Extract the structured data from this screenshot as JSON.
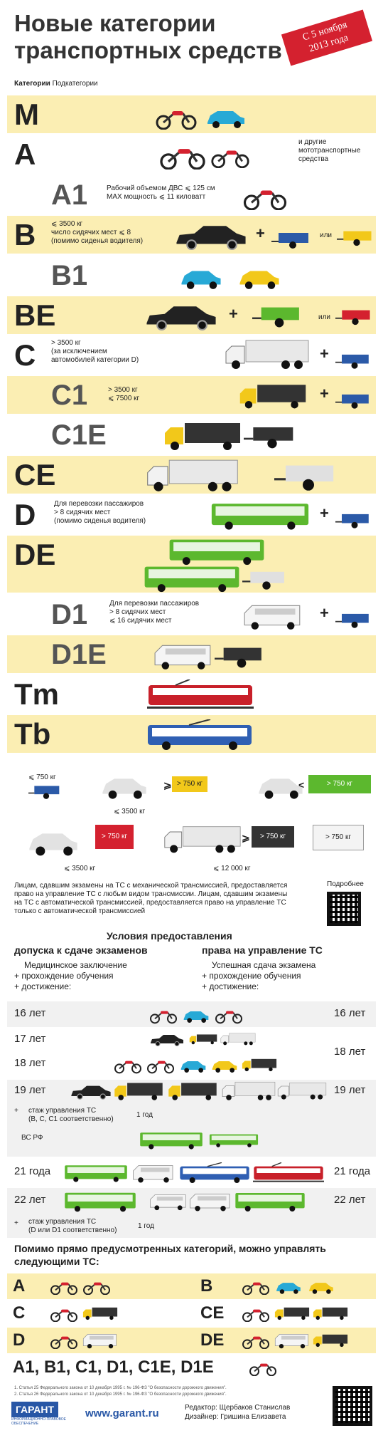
{
  "header": {
    "title_line1": "Новые категории",
    "title_line2": "транспортных средств",
    "ribbon_line1": "С 5 ноября",
    "ribbon_line2": "2013 года",
    "legend_categories": "Категории",
    "legend_subcategories": "Подкатегории"
  },
  "categories": {
    "M": {
      "label": "M"
    },
    "A": {
      "label": "A",
      "note_line1": "и другие",
      "note_line2": "мототранспортные",
      "note_line3": "средства"
    },
    "A1": {
      "label": "A1",
      "desc_line1": "Рабочий объемом ДВС ⩽ 125 см",
      "desc_line2": "MAX мощность ⩽ 11 киловатт"
    },
    "B": {
      "label": "B",
      "desc_line1": "⩽ 3500 кг",
      "desc_line2": "число сидячих мест ⩽ 8",
      "desc_line3": "(помимо сиденья водителя)",
      "or": "или"
    },
    "B1": {
      "label": "B1"
    },
    "BE": {
      "label": "BE",
      "or": "или"
    },
    "C": {
      "label": "C",
      "desc_line1": "> 3500 кг",
      "desc_line2": "(за исключением",
      "desc_line3": "автомобилей категории D)"
    },
    "C1": {
      "label": "C1",
      "desc_line1": "> 3500 кг",
      "desc_line2": "⩽ 7500 кг"
    },
    "C1E": {
      "label": "C1E"
    },
    "CE": {
      "label": "CE"
    },
    "D": {
      "label": "D",
      "desc_line1": "Для перевозки пассажиров",
      "desc_line2": "> 8 сидячих мест",
      "desc_line3": "(помимо сиденья водителя)"
    },
    "DE": {
      "label": "DE"
    },
    "D1": {
      "label": "D1",
      "desc_line1": "Для перевозки пассажиров",
      "desc_line2": "> 8 сидячих мест",
      "desc_line3": "⩽ 16 сидячих мест"
    },
    "D1E": {
      "label": "D1E"
    },
    "Tm": {
      "label": "Tm"
    },
    "Tb": {
      "label": "Tb"
    }
  },
  "weights": {
    "w750a": "⩽ 750 кг",
    "w750b": "> 750 кг",
    "w3500a": "⩽ 3500 кг",
    "w750c": "> 750 кг",
    "lt": "<",
    "w750d": "> 750 кг",
    "w3500b": "⩽ 3500 кг",
    "w750e": "> 750 кг",
    "w750f": "> 750 кг",
    "w12000": "⩽ 12 000 кг",
    "ge": "⩾"
  },
  "transmission": {
    "p1": "Лицам, сдавшим экзамены на ТС с механической трансмиссией, предоставляется",
    "p2": "право на управление ТС с любым видом трансмиссии. Лицам, сдавшим экзамены",
    "p3": "на ТС с автоматической трансмиссией,  предоставляется право на управление ТС",
    "p4": "только с автоматической трансмиссией",
    "more": "Подробнее"
  },
  "conditions": {
    "title": "Условия предоставления",
    "left_head": "допуска к сдаче экзаменов",
    "right_head": "права на управление ТС",
    "left_l1": "Медицинское заключение",
    "left_l2": "+ прохождение обучения",
    "left_l3": "+ достижение:",
    "right_l1": "Успешная сдача экзамена",
    "right_l2": "+ прохождение обучения",
    "right_l3": "+ достижение:"
  },
  "ages": {
    "a16l": "16 лет",
    "a16r": "16 лет",
    "a17l": "17 лет",
    "a18l": "18 лет",
    "a18r": "18 лет",
    "a19l": "19 лет",
    "a19r": "19 лет",
    "stage1_l1": "стаж управления ТС",
    "stage1_l2": "(В, С, С1 соответственно)",
    "stage1_y": "1 год",
    "vs": "ВС РФ",
    "a21l": "21 года",
    "a21r": "21 года",
    "a22l": "22 лет",
    "a22r": "22 лет",
    "stage2_l1": "стаж управления ТС",
    "stage2_l2": "(D или D1 соответственно)",
    "stage2_y": "1 год"
  },
  "extra": {
    "title_l1": "Помимо прямо предусмотренных категорий, можно управлять",
    "title_l2": "следующими ТС:",
    "A": "A",
    "B": "B",
    "C": "C",
    "CE": "CE",
    "D": "D",
    "DE": "DE",
    "last": "A1, B1, C1, D1, C1E, D1E"
  },
  "footer": {
    "note1": "1. Статья 25 Федерального закона от 10 декабря 1995 г. № 196-ФЗ \"О безопасности дорожного движения\".",
    "note2": "2. Статья 26 Федерального закона от 10 декабря 1995 г. № 196-ФЗ \"О безопасности дорожного движения\".",
    "logo": "ГАРАНТ",
    "logo_sub": "ИНФОРМАЦИОННО-ПРАВОВОЕ ОБЕСПЕЧЕНИЕ",
    "site": "www.garant.ru",
    "editor": "Редактор: Щербаков Станислав",
    "designer": "Дизайнер: Гришина Елизавета"
  },
  "colors": {
    "yellow_band": "#fbeeb3",
    "ribbon": "#d4212f",
    "bus_green": "#5cb82e",
    "trailer_blue": "#2b5aa8",
    "trailer_red": "#d4212f"
  }
}
